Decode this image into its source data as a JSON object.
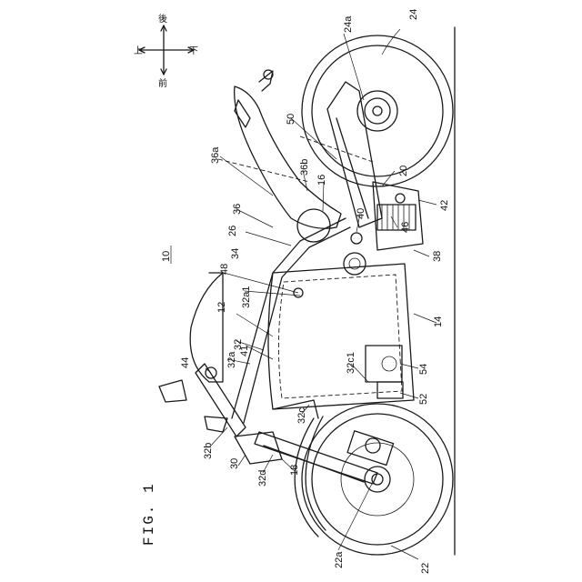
{
  "figure_title": "FIG. 1",
  "assembly_ref": "10",
  "direction_indicator": {
    "up": "上",
    "down": "下",
    "front": "前",
    "rear": "後"
  },
  "reference_numerals": [
    "12",
    "14",
    "16",
    "18",
    "20",
    "22",
    "22a",
    "24",
    "24a",
    "26",
    "30",
    "32",
    "32a",
    "32a1",
    "32b",
    "32c",
    "32c1",
    "32d",
    "34",
    "36",
    "36a",
    "36b",
    "38",
    "40",
    "41",
    "42",
    "44",
    "46",
    "48",
    "50",
    "52",
    "54"
  ]
}
